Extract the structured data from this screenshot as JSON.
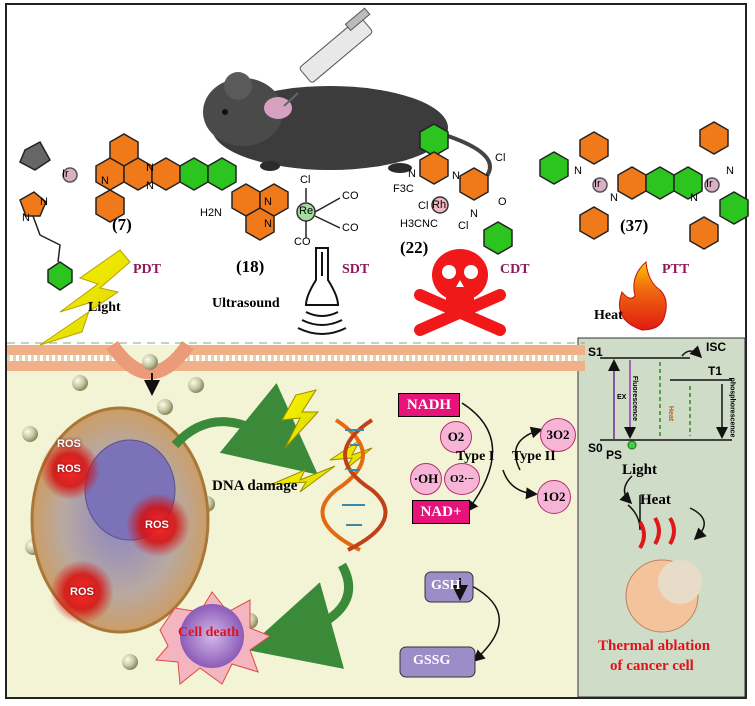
{
  "compounds": [
    {
      "id": "(7)",
      "mode": "PDT",
      "agent": "Light"
    },
    {
      "id": "(18)",
      "mode": "SDT",
      "agent": "Ultrasound"
    },
    {
      "id": "(22)",
      "mode": "CDT",
      "agent": ""
    },
    {
      "id": "(37)",
      "mode": "PTT",
      "agent": "Heat"
    }
  ],
  "atoms": {
    "c7": [
      "Ir",
      "N",
      "N",
      "N",
      "N",
      "N"
    ],
    "c18": [
      "H2N",
      "N",
      "N",
      "Re",
      "Cl",
      "CO",
      "CO",
      "CO"
    ],
    "c22": [
      "F3C",
      "N",
      "N",
      "Cl",
      "Rh",
      "H3CNC",
      "Cl",
      "Cl",
      "O",
      "N"
    ],
    "c37": [
      "Ir",
      "Ir",
      "N",
      "N",
      "N",
      "N"
    ]
  },
  "cell": {
    "ros": [
      "ROS",
      "ROS",
      "ROS",
      "ROS"
    ],
    "dna_damage": "DNA damage",
    "cell_death": "Cell death"
  },
  "redox": {
    "nadh": "NADH",
    "nad": "NAD+",
    "o2": "O2",
    "singlet_ground": "3O2",
    "singlet": "1O2",
    "oh": "·OH",
    "superoxide": "O2·−",
    "type1": "Type I",
    "type2": "Type II",
    "gsh": "GSH",
    "gssg": "GSSG"
  },
  "jablonski": {
    "s1": "S1",
    "isc": "ISC",
    "t1": "T1",
    "s0": "S0",
    "ps": "PS",
    "ex": "EX",
    "fluorescence": "Fluorescence",
    "heat": "Heat",
    "phosphorescence": "phosphorescence"
  },
  "ptt_panel": {
    "light": "Light",
    "heat": "Heat",
    "caption_line1": "Thermal ablation",
    "caption_line2": "of cancer cell"
  },
  "colors": {
    "orange_ring": "#f07a1a",
    "green_ring": "#2cc41e",
    "magenta": "#e8137a",
    "mode_text": "#8b1a5c",
    "caption_red": "#e0121b",
    "panel_green": "#cfdcc8",
    "bottom_bg": "#f3f4d6"
  }
}
